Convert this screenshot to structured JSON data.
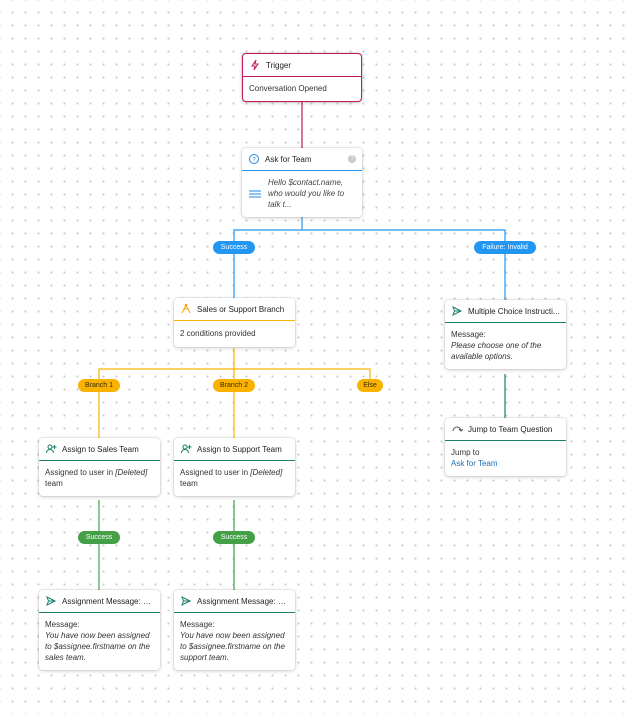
{
  "colors": {
    "trigger": "#c2185b",
    "blue": "#2196f3",
    "yellow": "#f9b200",
    "green": "#43a047",
    "teal": "#1a7f6b"
  },
  "nodes": {
    "trigger": {
      "title": "Trigger",
      "body": "Conversation Opened",
      "icon": "lightning-icon"
    },
    "ask_team": {
      "title": "Ask for Team",
      "body": "Hello $contact.name, who would you like to talk t...",
      "icon": "question-circle-icon"
    },
    "branch": {
      "title": "Sales or Support Branch",
      "body": "2 conditions provided",
      "icon": "branch-icon"
    },
    "multiple_choice": {
      "title": "Multiple Choice Instructi...",
      "label": "Message:",
      "text": "Please choose one of the available options.",
      "icon": "send-icon"
    },
    "jump": {
      "title": "Jump to Team Question",
      "label": "Jump to",
      "target": "Ask for Team",
      "icon": "jump-icon"
    },
    "assign_sales": {
      "title": "Assign to Sales Team",
      "prefix": "Assigned to user in ",
      "deleted": "[Deleted]",
      "suffix": " team",
      "icon": "person-add-icon"
    },
    "assign_support": {
      "title": "Assign to Support Team",
      "prefix": "Assigned to user in ",
      "deleted": "[Deleted]",
      "suffix": " team",
      "icon": "person-add-icon"
    },
    "msg_sales": {
      "title": "Assignment Message: S...",
      "label": "Message:",
      "text": "You have now been assigned to $assignee.firstname on the sales team.",
      "icon": "send-icon"
    },
    "msg_support": {
      "title": "Assignment Message: S...",
      "label": "Message:",
      "text": "You have now been assigned to $assignee.firstname on the support team.",
      "icon": "send-icon"
    }
  },
  "edges": {
    "success": "Success",
    "failure": "Failure: Invalid",
    "branch1": "Branch 1",
    "branch2": "Branch 2",
    "else": "Else",
    "success_sales": "Success",
    "success_support": "Success"
  }
}
